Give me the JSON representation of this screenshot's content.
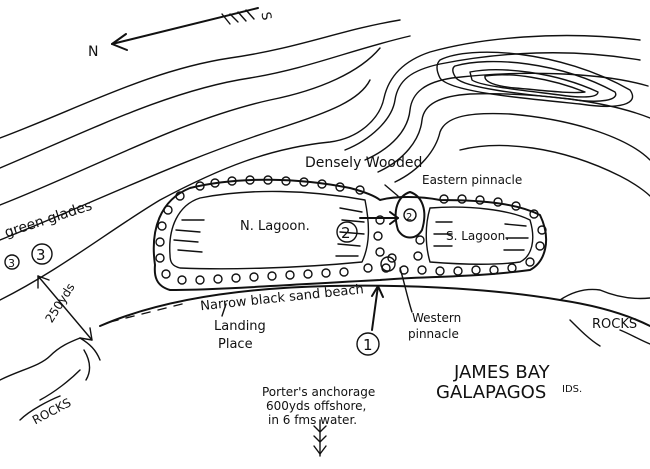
{
  "map": {
    "title_line1": "JAMES BAY",
    "title_line2": "GALAPAGOS",
    "title_sup": "IDS.",
    "compass": {
      "north": "N",
      "south": "S"
    },
    "labels": {
      "densely_wooded": "Densely Wooded",
      "eastern_pinnacle": "Eastern pinnacle",
      "n_lagoon": "N. Lagoon.",
      "s_lagoon": "S. Lagoon.",
      "green_glades": "green glades",
      "distance": "250yds",
      "narrow_beach": "Narrow black sand beach",
      "landing_line1": "Landing",
      "landing_line2": "Place",
      "western_line1": "Western",
      "western_line2": "pinnacle",
      "rocks_left": "ROCKS",
      "rocks_right": "ROCKS",
      "anchorage_line1": "Porter's anchorage",
      "anchorage_line2": "600yds offshore,",
      "anchorage_line3": "in 6 fms water."
    },
    "markers": {
      "one": "1",
      "two": "2",
      "three": "3",
      "small_two": "2",
      "small_three": "3"
    }
  }
}
